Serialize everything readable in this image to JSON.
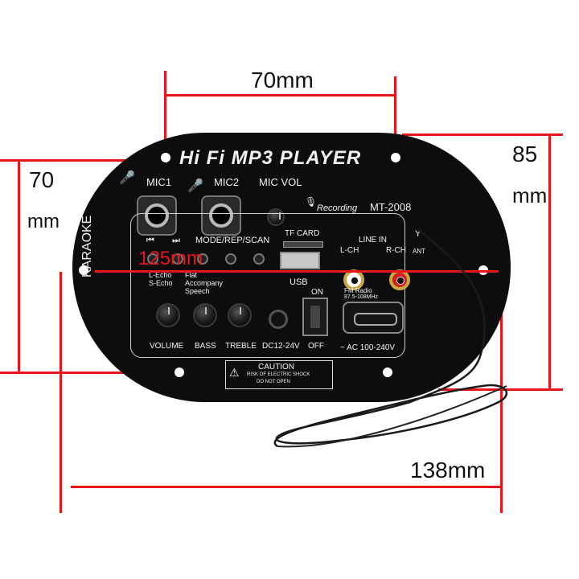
{
  "dimensions": {
    "top_width": "70mm",
    "right_height_value": "85",
    "right_height_unit": "mm",
    "left_height_value": "70",
    "left_height_unit": "mm",
    "mid_width": "125mm",
    "bottom_width": "138mm"
  },
  "board": {
    "title": "Hi Fi  MP3 PLAYER",
    "side_label": "KARAOKE",
    "mic1": "MIC1",
    "mic2": "MIC2",
    "mic_vol": "MIC VOL",
    "recording": "Recording",
    "model": "MT-2008",
    "mode_label": "MODE/REP/SCAN",
    "tf_card": "TF CARD",
    "line_in": "LINE IN",
    "l_ch": "L-CH",
    "r_ch": "R-CH",
    "ant": "ANT",
    "usb": "USB",
    "on": "ON",
    "off": "OFF",
    "fm_radio": "FM Radio",
    "fm_freq": "87.5-108MHz",
    "echo_modes": [
      "L-Echo",
      "S-Echo"
    ],
    "eq_modes": [
      "Flat",
      "Accompany",
      "Speech"
    ],
    "knob_labels": [
      "VOLUME",
      "BASS",
      "TREBLE"
    ],
    "dc_label": "DC12-24V",
    "ac_label": "~ AC 100-240V",
    "caution_title": "CAUTION",
    "caution_line1": "RISK OF ELECTRIC SHOCK",
    "caution_line2": "DO NOT OPEN"
  },
  "colors": {
    "dimension_line": "#e8151a",
    "board": "#0d0d0f",
    "rca_left": "#ffffff",
    "rca_right": "#d11f1f"
  }
}
